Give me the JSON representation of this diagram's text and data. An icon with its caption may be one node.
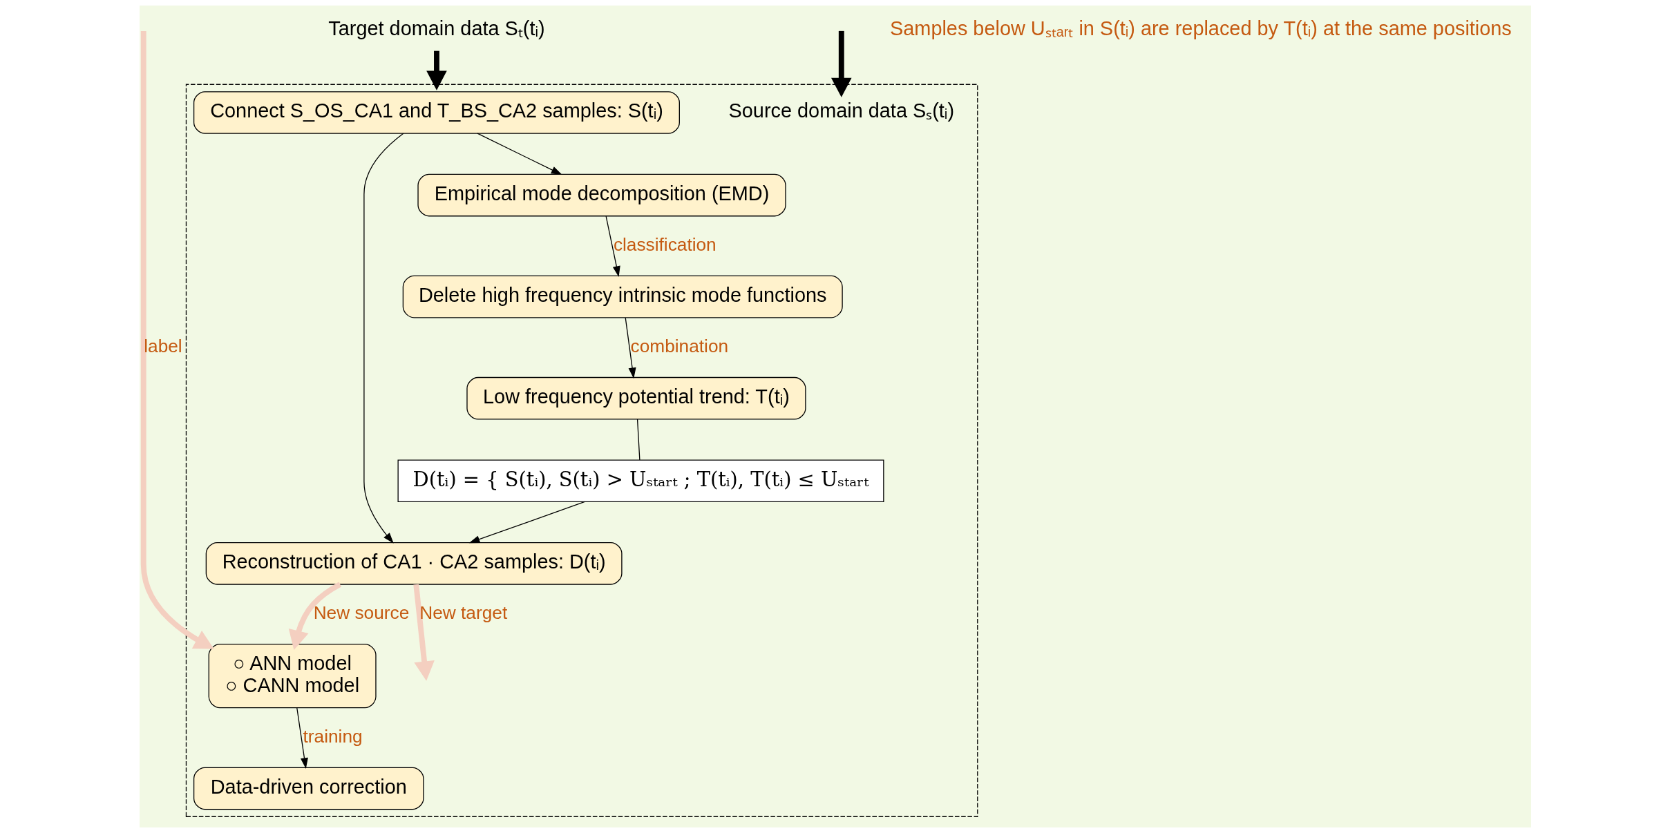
{
  "diagram": {
    "nodes": [
      {
        "text": [],
        "shape": "box"
      },
      {
        "text": [
          "Connect S_OS_CA1 and T_BS_CA2 samples: S(tᵢ)"
        ],
        "in": 0
      },
      {
        "text": [
          "Empirical mode decomposition (EMD)"
        ],
        "in": 0
      },
      {
        "text": [
          "Delete high frequency intrinsic mode functions"
        ],
        "in": 0
      },
      {
        "text": [
          "Low frequency potential trend: T(tᵢ)"
        ],
        "in": 0
      },
      {
        "text": [
          "Reconstruction of CA1 · CA2 samples: D(tᵢ)"
        ],
        "in": 0
      },
      {
        "text": [
          "D(tᵢ) = { S(tᵢ), S(tᵢ) > Uₛₜₐᵣₜ ; T(tᵢ), T(tᵢ) ≤ Uₛₜₐᵣₜ"
        ],
        "in": 0
      },
      {
        "text": [
          "○ ANN model",
          "○ CANN model"
        ],
        "in": 0
      },
      {
        "text": [
          "Data-driven correction"
        ],
        "in": 0
      },
      {
        "text": [
          "Source domain data Sₛ(tᵢ)"
        ],
        "in": 0
      },
      {
        "text": [
          "Target domain data Sₜ(tᵢ)"
        ]
      }
    ],
    "edges": [
      {
        "from": null,
        "to": 9,
        "arrow": "to",
        "style": "thick"
      },
      {
        "from": null,
        "to": 7,
        "arrow": "to",
        "label": "label",
        "style": "thick",
        "color": "#f4cfc0"
      },
      {
        "from": 1,
        "to": 2,
        "arrow": "to"
      },
      {
        "from": 2,
        "to": 3,
        "arrow": "to",
        "label": "classification"
      },
      {
        "from": 3,
        "to": 4,
        "arrow": "to",
        "label": "combination"
      },
      {
        "from": 1,
        "to": 5,
        "arrow": "to"
      },
      {
        "from": 4,
        "to": 6,
        "arrow": "none"
      },
      {
        "from": 6,
        "to": 5,
        "arrow": "to"
      },
      {
        "from": 5,
        "to": 7,
        "arrow": "to",
        "label": "New source",
        "style": "thick",
        "color": "#f4cfc0"
      },
      {
        "from": 5,
        "to": null,
        "arrow": "to",
        "label": "New target",
        "style": "thick",
        "color": "#f4cfc0"
      },
      {
        "from": 7,
        "to": 8,
        "arrow": "to",
        "label": "training"
      },
      {
        "from": 10,
        "to": 0,
        "arrow": "to",
        "style": "thick"
      }
    ],
    "labels": [
      "Samples below Uₛₜₐᵣₜ in S(tᵢ) are replaced by T(tᵢ) at the same positions"
    ]
  }
}
